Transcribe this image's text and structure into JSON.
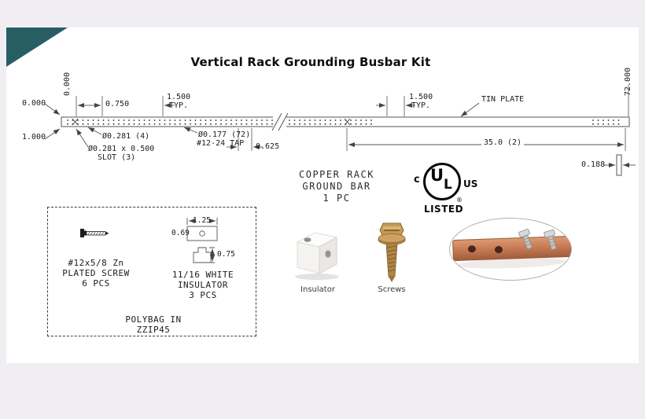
{
  "title": "Vertical Rack Grounding Busbar Kit",
  "busbar_drawing": {
    "dim_left_vertical": "0.000",
    "dim_right_vertical": "72.000",
    "dim_top_edge": "0.000",
    "dim_bottom_edge": "1.000",
    "dim_first_hole_spacing": "0.750",
    "dim_hole_spacing_left": "1.500",
    "dim_hole_spacing_left_typ": "TYP.",
    "dim_hole_spacing_right": "1.500",
    "dim_hole_spacing_right_typ": "TYP.",
    "tin_plate_label": "TIN PLATE",
    "mounting_hole_callout": "Ø0.281 (4)",
    "tapped_hole_callout": "Ø0.177 (72)",
    "tap_spec": "#12-24 TAP",
    "slot_callout": "Ø0.281 x 0.500",
    "slot_count": "SLOT (3)",
    "dim_slot_length": "0.625",
    "dim_section_length": "35.0 (2)",
    "dim_thickness": "0.188"
  },
  "kit_label": {
    "line1": "COPPER RACK",
    "line2": "GROUND BAR",
    "line3": "1 PC"
  },
  "ul_mark": {
    "c": "c",
    "u": "U",
    "l": "L",
    "us": "US",
    "listed": "LISTED",
    "registered": "®"
  },
  "polybag_box": {
    "screw": {
      "line1": "#12x5/8 Zn",
      "line2": "PLATED SCREW",
      "line3": "6 PCS"
    },
    "insulator_dims": {
      "width": "1.25",
      "depth": "0.69",
      "height": "0.75"
    },
    "insulator": {
      "line1": "11/16 WHITE",
      "line2": "INSULATOR",
      "line3": "3 PCS"
    },
    "bag": {
      "line1": "POLYBAG IN",
      "line2": "ZZIP45"
    }
  },
  "photos": {
    "insulator_label": "Insulator",
    "screws_label": "Screws"
  },
  "colors": {
    "accent_teal": "#275e64",
    "copper": "#c47a54",
    "page_margin": "#f0eef2"
  }
}
